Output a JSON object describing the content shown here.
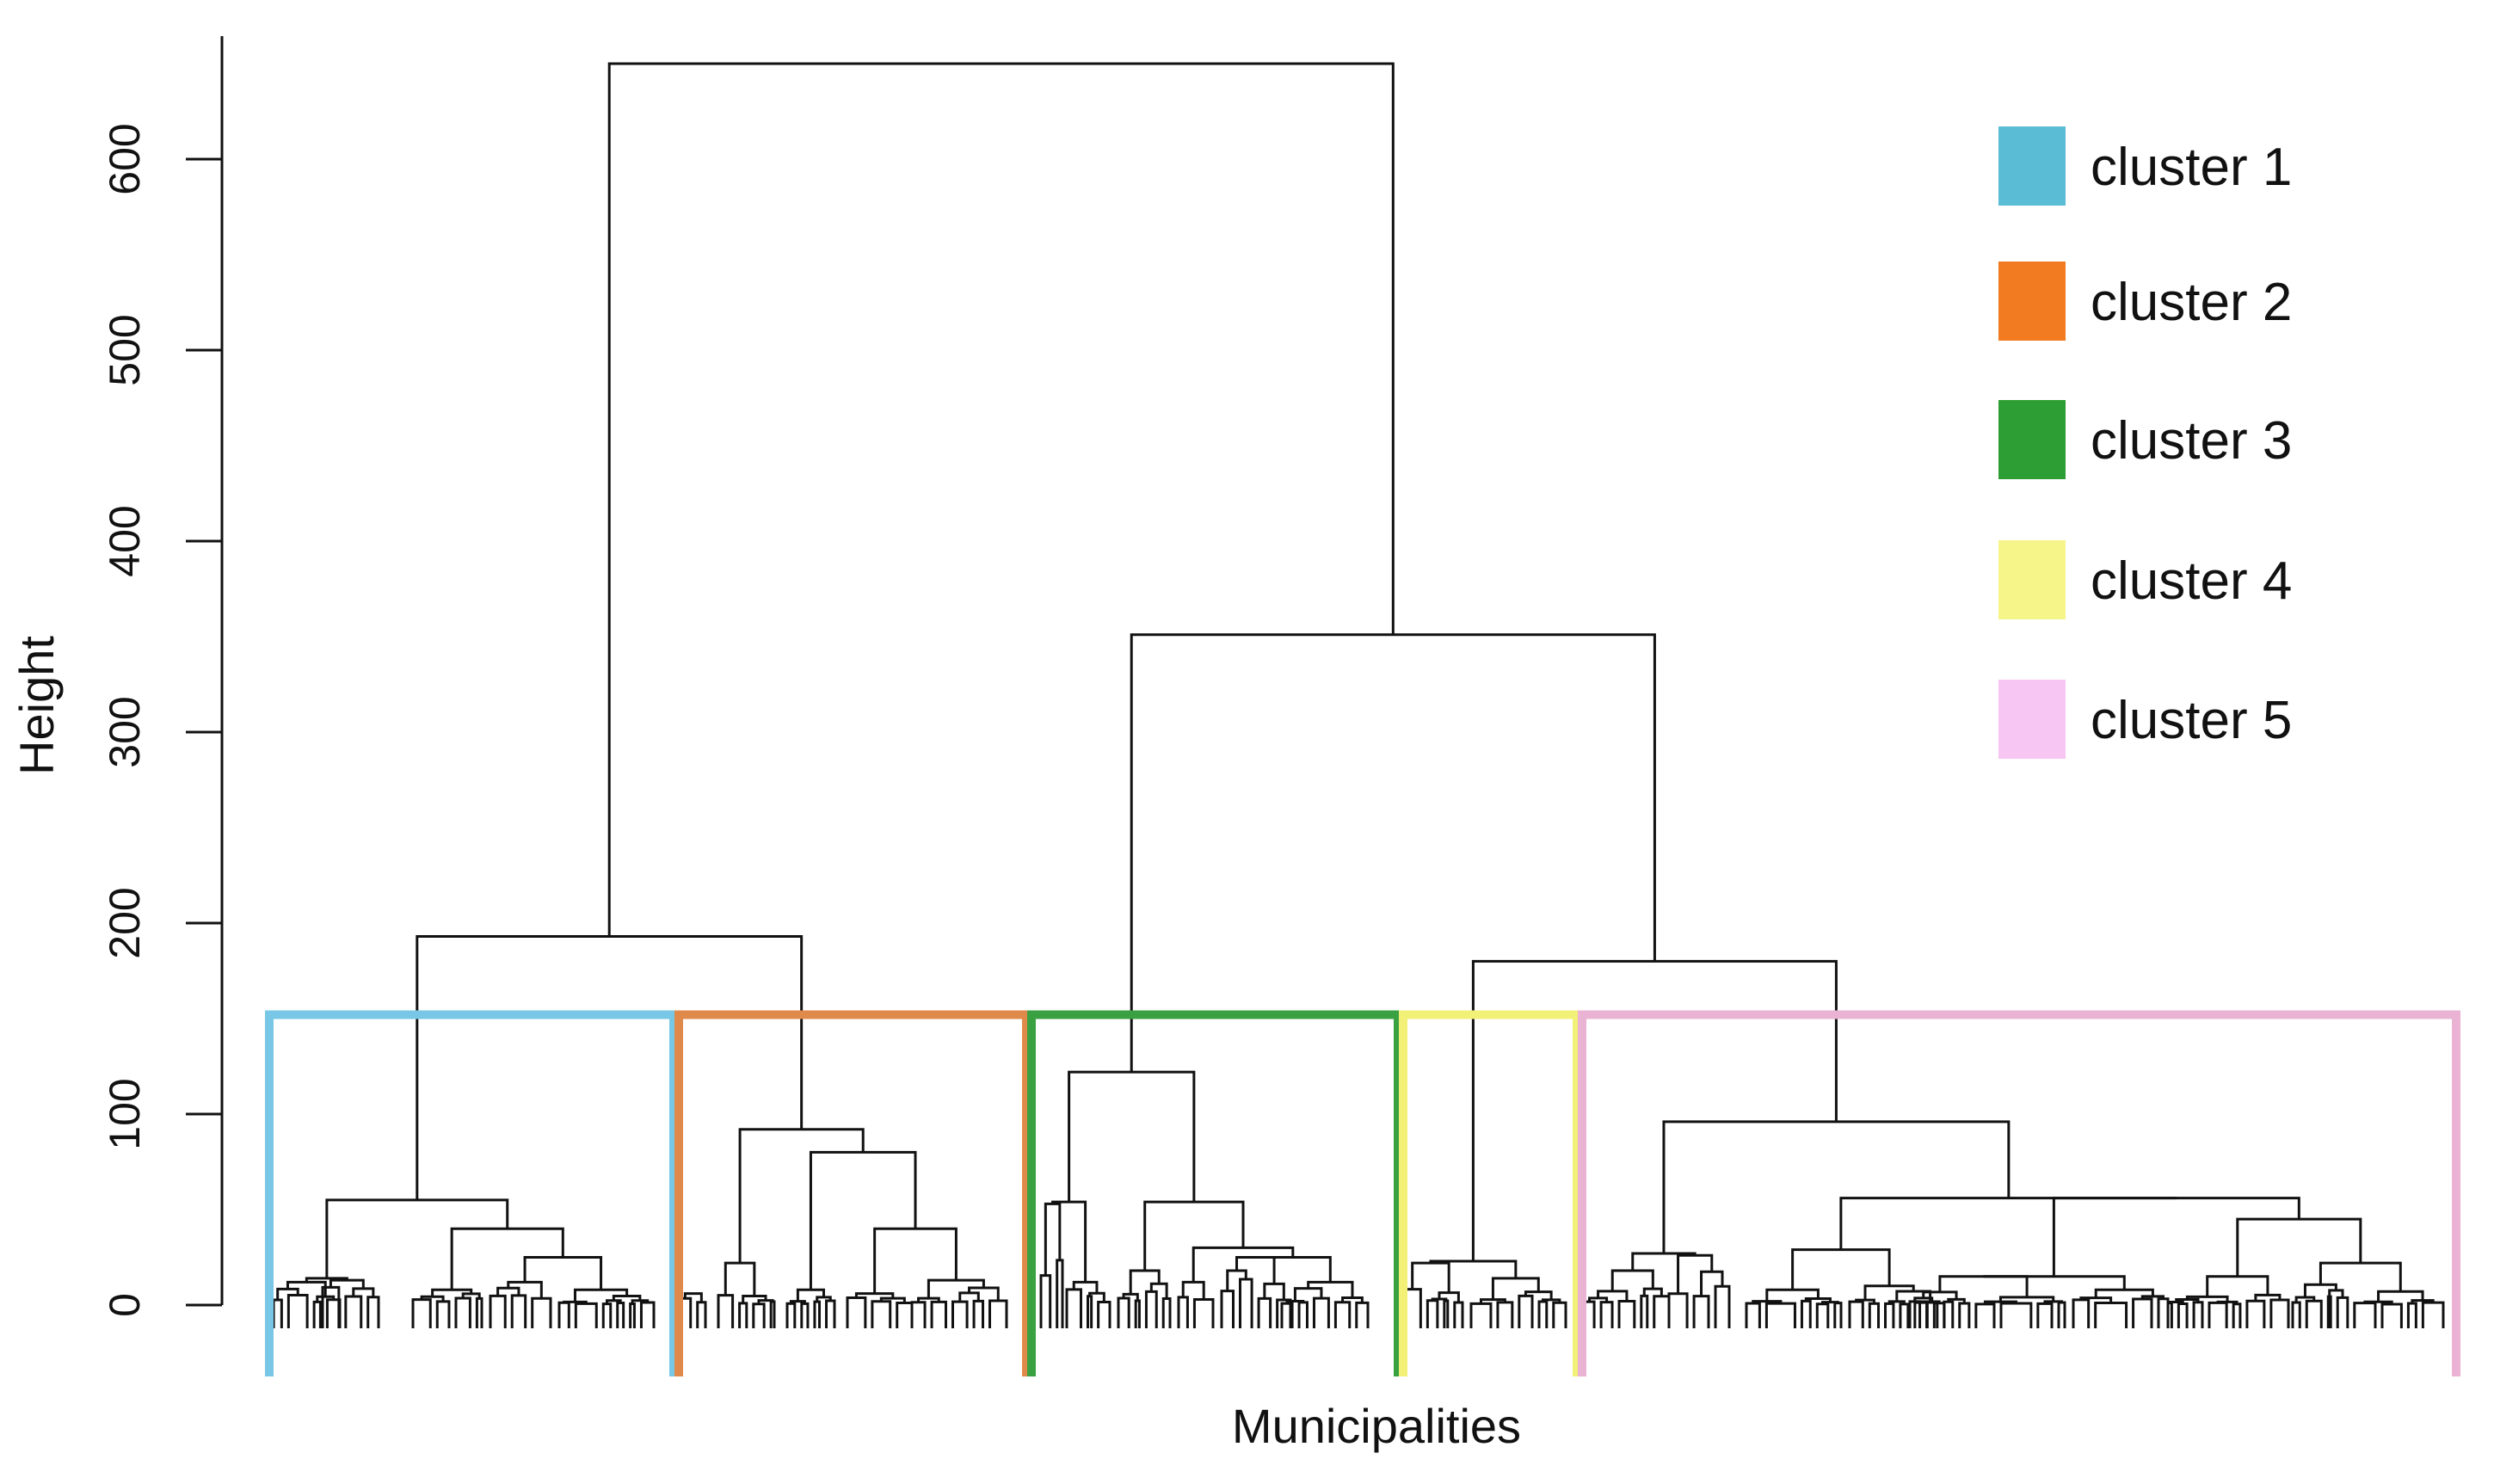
{
  "chart_data": {
    "type": "dendrogram",
    "title": "",
    "xlabel": "Municipalities",
    "ylabel": "Height",
    "ylim": [
      0,
      650
    ],
    "yticks": [
      0,
      100,
      200,
      300,
      400,
      500,
      600
    ],
    "ytick_labels": [
      "0",
      "100",
      "200",
      "300",
      "400",
      "500",
      "600"
    ],
    "cut_height": 152,
    "merges": {
      "root": 650,
      "left_branch": 193,
      "right_branch": 351,
      "clusters_4_5_join": 180,
      "cluster_3_top": 122,
      "cluster_2_top": 92,
      "cluster_5_top": 96,
      "cluster_1_top": 55
    },
    "clusters": [
      {
        "name": "cluster 1",
        "color": "#5bbcd6"
      },
      {
        "name": "cluster 2",
        "color": "#f27b21"
      },
      {
        "name": "cluster 3",
        "color": "#2d9e33"
      },
      {
        "name": "cluster 4",
        "color": "#f5f58a"
      },
      {
        "name": "cluster 5",
        "color": "#f7c6f2"
      }
    ],
    "cluster_box_colors": [
      "#79c7e6",
      "#df8a4a",
      "#3aa143",
      "#f3f078",
      "#eab3d3"
    ],
    "legend_position": "top-right"
  }
}
